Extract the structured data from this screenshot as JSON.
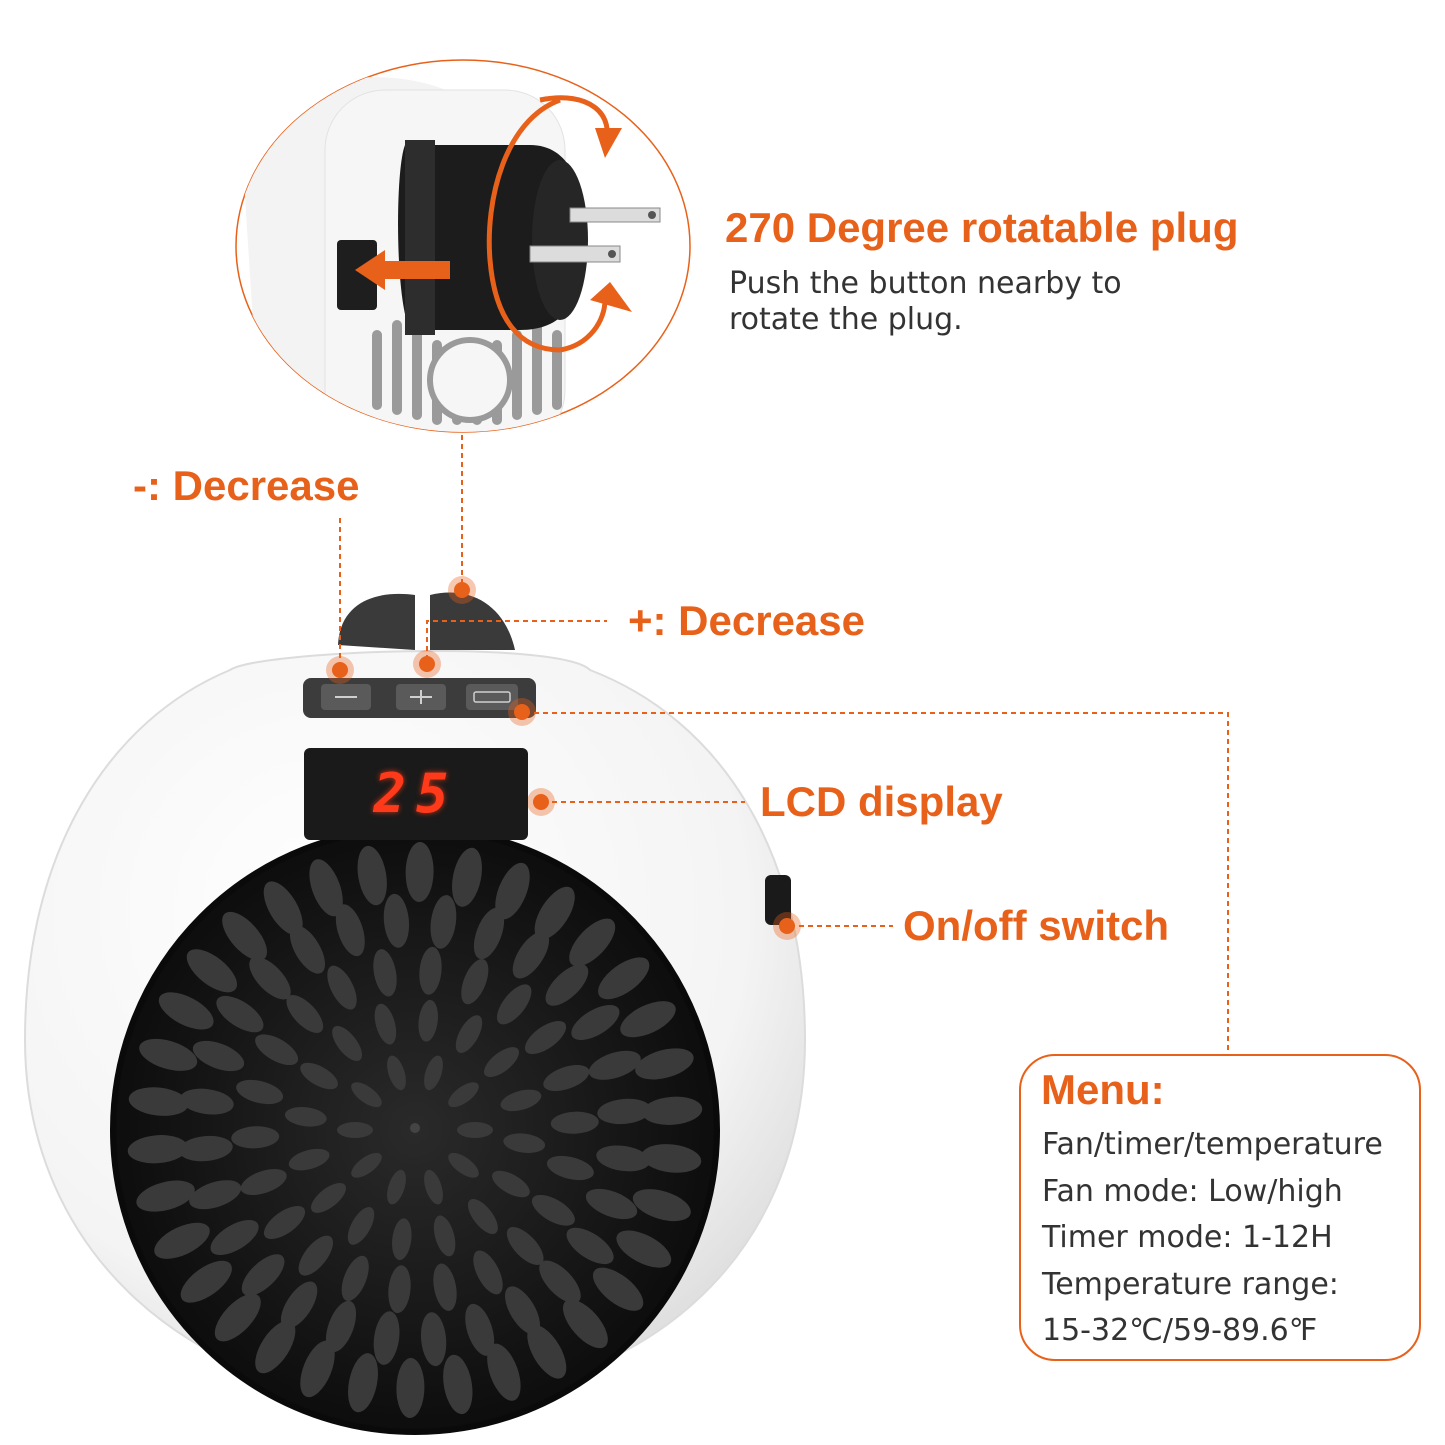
{
  "colors": {
    "accent": "#e8611a",
    "body_text": "#333333",
    "lcd_digits": "#ff3a1a",
    "heater_body": "#ffffff",
    "grille": "#141414"
  },
  "plug": {
    "title": "270 Degree rotatable plug",
    "desc_line1": "Push the button nearby to",
    "desc_line2": "rotate the plug."
  },
  "buttons": {
    "minus_label": "-: Decrease",
    "plus_label": "+: Decrease"
  },
  "lcd": {
    "label": "LCD display",
    "value": "25"
  },
  "switch": {
    "label": "On/off switch"
  },
  "menu": {
    "title": "Menu:",
    "lines": [
      "Fan/timer/temperature",
      "Fan mode: Low/high",
      "Timer mode: 1-12H",
      "Temperature range:",
      "15-32℃/59-89.6℉"
    ]
  },
  "icons": [
    "rotate-arrows-icon",
    "callout-dot-icon"
  ]
}
